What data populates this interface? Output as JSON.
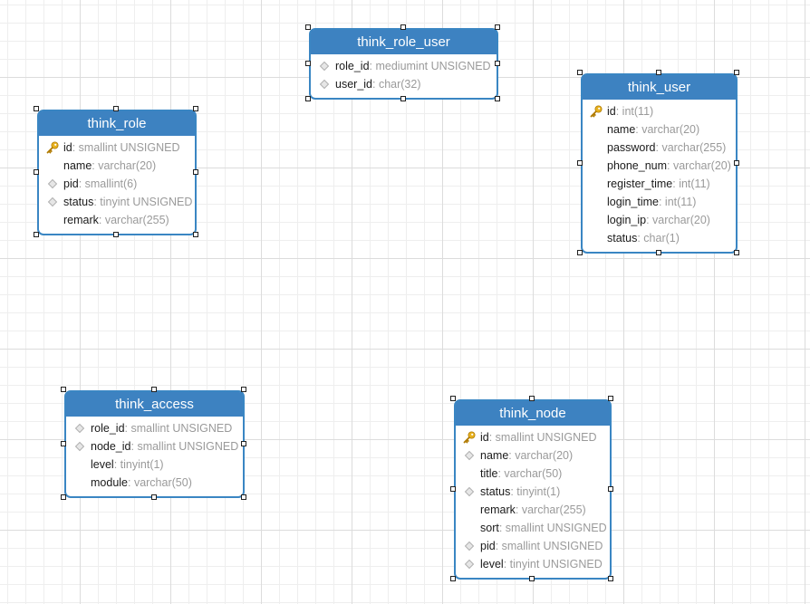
{
  "tables": [
    {
      "id": "think_role_user",
      "title": "think_role_user",
      "columns": [
        {
          "name": "role_id",
          "type": ": mediumint UNSIGNED",
          "icon": "diamond-icon"
        },
        {
          "name": "user_id",
          "type": ": char(32)",
          "icon": "diamond-icon"
        }
      ]
    },
    {
      "id": "think_role",
      "title": "think_role",
      "columns": [
        {
          "name": "id",
          "type": ": smallint UNSIGNED",
          "icon": "key-icon"
        },
        {
          "name": "name",
          "type": ": varchar(20)",
          "icon": ""
        },
        {
          "name": "pid",
          "type": ": smallint(6)",
          "icon": "diamond-icon"
        },
        {
          "name": "status",
          "type": ": tinyint UNSIGNED",
          "icon": "diamond-icon"
        },
        {
          "name": "remark",
          "type": ": varchar(255)",
          "icon": ""
        }
      ]
    },
    {
      "id": "think_user",
      "title": "think_user",
      "columns": [
        {
          "name": "id",
          "type": ": int(11)",
          "icon": "key-icon"
        },
        {
          "name": "name",
          "type": ": varchar(20)",
          "icon": ""
        },
        {
          "name": "password",
          "type": ": varchar(255)",
          "icon": ""
        },
        {
          "name": "phone_num",
          "type": ": varchar(20)",
          "icon": ""
        },
        {
          "name": "register_time",
          "type": ": int(11)",
          "icon": ""
        },
        {
          "name": "login_time",
          "type": ": int(11)",
          "icon": ""
        },
        {
          "name": "login_ip",
          "type": ": varchar(20)",
          "icon": ""
        },
        {
          "name": "status",
          "type": ": char(1)",
          "icon": ""
        }
      ]
    },
    {
      "id": "think_access",
      "title": "think_access",
      "columns": [
        {
          "name": "role_id",
          "type": ": smallint UNSIGNED",
          "icon": "diamond-icon"
        },
        {
          "name": "node_id",
          "type": ": smallint UNSIGNED",
          "icon": "diamond-icon"
        },
        {
          "name": "level",
          "type": ": tinyint(1)",
          "icon": ""
        },
        {
          "name": "module",
          "type": ": varchar(50)",
          "icon": ""
        }
      ]
    },
    {
      "id": "think_node",
      "title": "think_node",
      "columns": [
        {
          "name": "id",
          "type": ": smallint UNSIGNED",
          "icon": "key-icon"
        },
        {
          "name": "name",
          "type": ": varchar(20)",
          "icon": "diamond-icon"
        },
        {
          "name": "title",
          "type": ": varchar(50)",
          "icon": ""
        },
        {
          "name": "status",
          "type": ": tinyint(1)",
          "icon": "diamond-icon"
        },
        {
          "name": "remark",
          "type": ": varchar(255)",
          "icon": ""
        },
        {
          "name": "sort",
          "type": ": smallint UNSIGNED",
          "icon": ""
        },
        {
          "name": "pid",
          "type": ": smallint UNSIGNED",
          "icon": "diamond-icon"
        },
        {
          "name": "level",
          "type": ": tinyint UNSIGNED",
          "icon": "diamond-icon"
        }
      ]
    }
  ],
  "colors": {
    "header": "#3d82c1",
    "border": "#3a86c3",
    "key": "#e8b21f",
    "diamond": "#b0b0b0",
    "type_text": "#9a9a9a"
  }
}
